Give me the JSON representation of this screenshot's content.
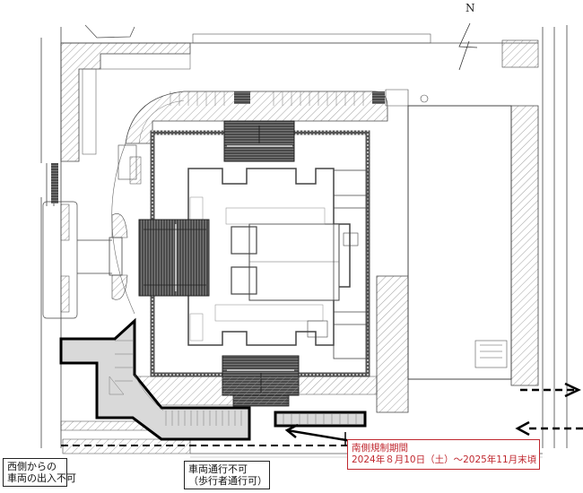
{
  "map": {
    "north_label": "N",
    "colors": {
      "line": "#333333",
      "hatch": "#888888",
      "dark_stair": "#3a3a3a",
      "closed_area_fill": "#d9d9d9",
      "closed_outline": "#000000",
      "notice_red": "#c0282f"
    },
    "annotations": {
      "west": {
        "line1": "西側からの",
        "line2": "車両の出入不可"
      },
      "vehicle": {
        "line1": "車両通行不可",
        "line2": "（歩行者通行可）"
      },
      "period": {
        "line1": "南側規制期間",
        "line2": "2024年８月10日（土）～2025年11月末頃"
      }
    },
    "arrows": [
      {
        "name": "east-outbound-arrow",
        "direction": "right"
      },
      {
        "name": "east-inbound-arrow",
        "direction": "left"
      },
      {
        "name": "pointer-arrow",
        "direction": "left"
      }
    ],
    "regions": [
      {
        "name": "closed-area-southwest"
      },
      {
        "name": "closed-area-south"
      },
      {
        "name": "restricted-south-road"
      }
    ]
  }
}
